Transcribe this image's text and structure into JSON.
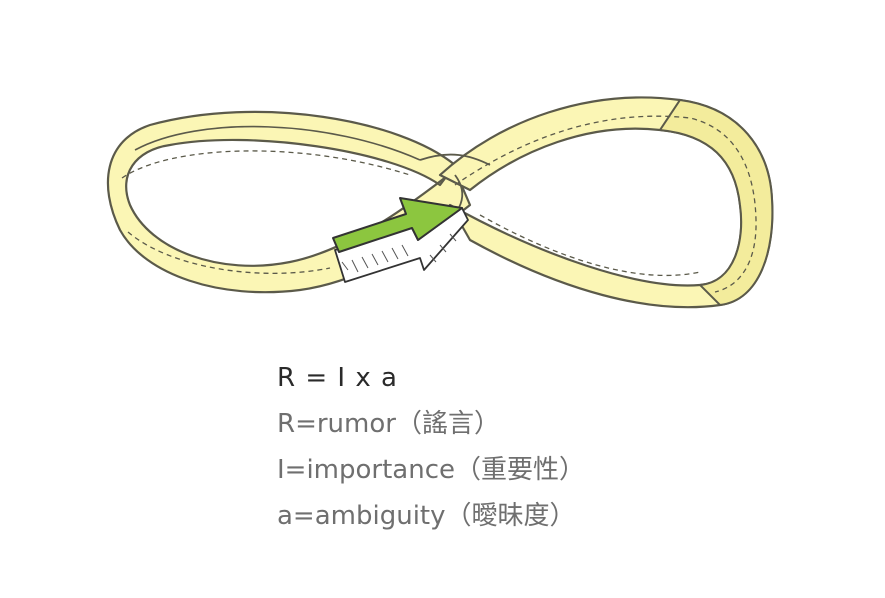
{
  "diagram": {
    "figure": {
      "band_color": "#fbf6b5",
      "band_shade_color": "#f3ec9c",
      "outline_color": "#5b5a4a",
      "arrow_color": "#8cc63f",
      "arrow_outline_color": "#333333"
    },
    "formula": {
      "main": "R = I x a",
      "definitions": [
        "R=rumor（謠言）",
        "I=importance（重要性）",
        "a=ambiguity（曖昧度）"
      ]
    }
  }
}
